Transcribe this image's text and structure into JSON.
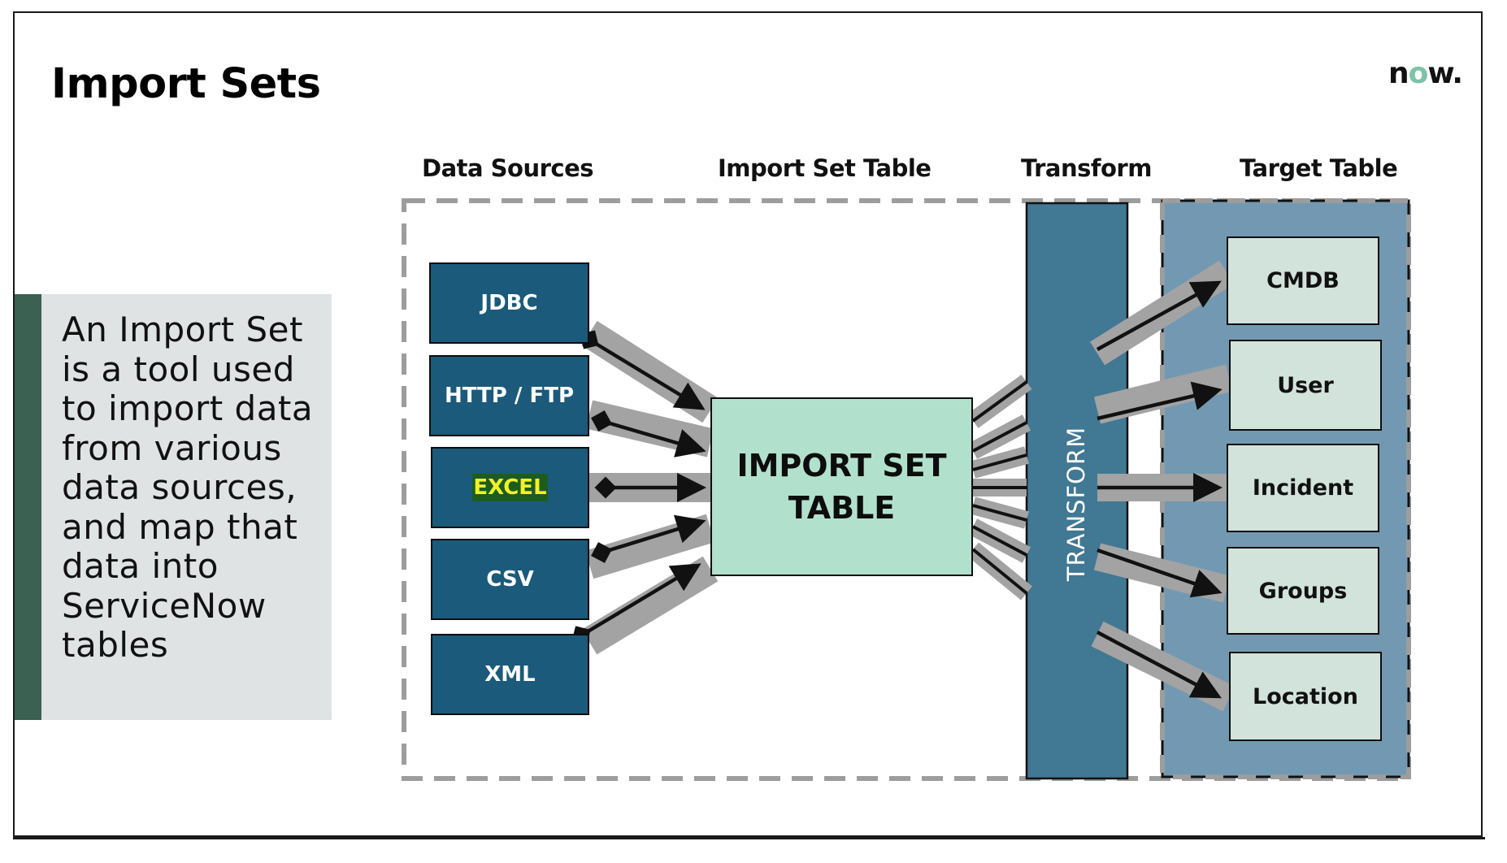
{
  "title": "Import Sets",
  "brand": {
    "logo_parts": [
      "n",
      "o",
      "w."
    ],
    "accent": "#7ec2a8"
  },
  "description": "An Import Set is a tool used to import data from various data sources, and map that data into ServiceNow tables",
  "columns": {
    "data_sources": "Data Sources",
    "import_set_table": "Import Set Table",
    "transform": "Transform",
    "target_table": "Target Table"
  },
  "sources": [
    {
      "label": "JDBC",
      "highlighted": false
    },
    {
      "label": "HTTP / FTP",
      "highlighted": false
    },
    {
      "label": "EXCEL",
      "highlighted": true
    },
    {
      "label": "CSV",
      "highlighted": false
    },
    {
      "label": "XML",
      "highlighted": false
    }
  ],
  "import_set_box": {
    "line1": "IMPORT SET",
    "line2": "TABLE"
  },
  "transform_label": "TRANSFORM",
  "targets": [
    {
      "label": "CMDB"
    },
    {
      "label": "User"
    },
    {
      "label": "Incident"
    },
    {
      "label": "Groups"
    },
    {
      "label": "Location"
    }
  ],
  "colors": {
    "source_fill": "#1b5a7a",
    "import_set_fill": "#b1e1cd",
    "transform_fill": "#417893",
    "target_panel_fill": "#7299b1",
    "target_box_fill": "#d2e3dc",
    "description_bar": "#3a6152",
    "description_panel": "#dfe3e3",
    "highlight_bg": "#1d5c1f",
    "highlight_fg": "#f1f12a"
  }
}
